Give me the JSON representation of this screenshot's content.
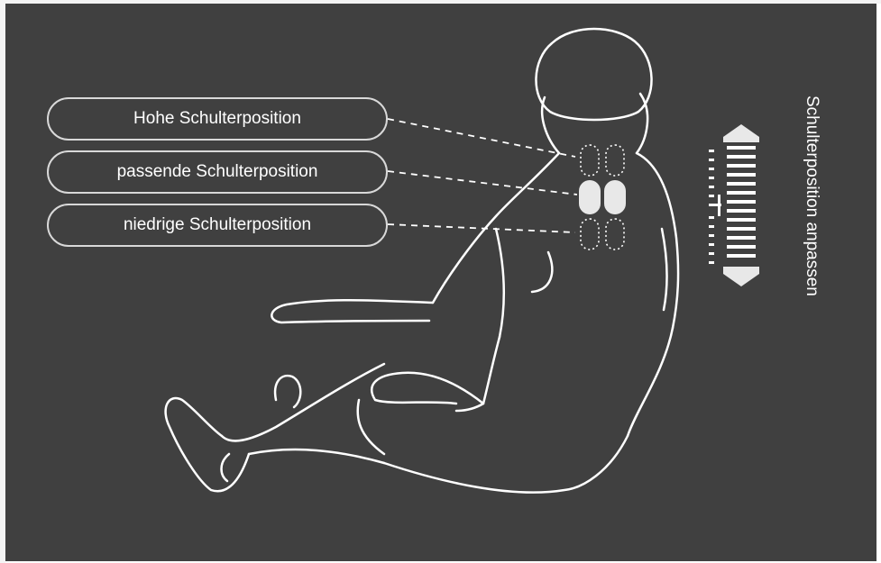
{
  "shoulder_options": [
    {
      "label": "Hohe Schulterposition"
    },
    {
      "label": "passende Schulterposition"
    },
    {
      "label": "niedrige Schulterposition"
    }
  ],
  "adjust": {
    "title": "Schulterposition anpassen",
    "up_icon": "arrow-up-icon",
    "down_icon": "arrow-down-icon"
  },
  "colors": {
    "background": "#404040",
    "line": "#ffffff",
    "pill_border": "#d9d9d9",
    "active_pad": "#e8e8e8"
  },
  "selected_option": "passende Schulterposition"
}
